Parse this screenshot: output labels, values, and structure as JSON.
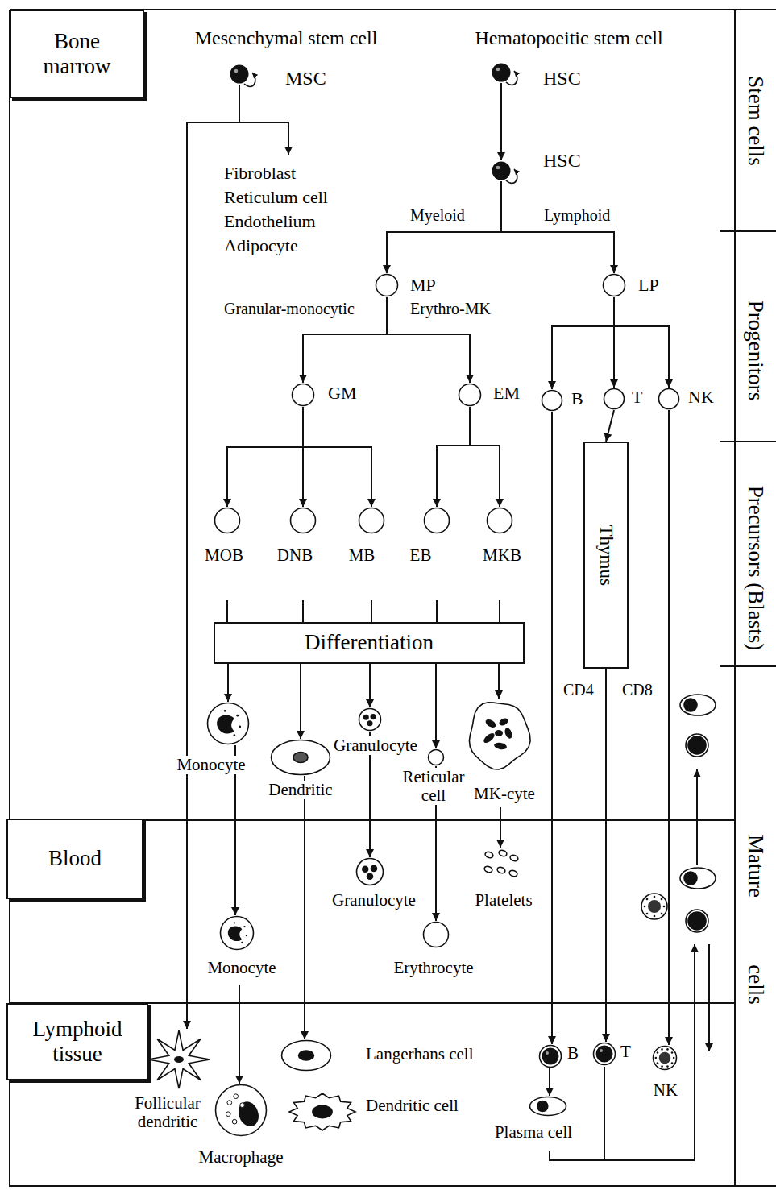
{
  "diagram": {
    "nodes": [
      {
        "text": [
          "Bone marrow"
        ]
      },
      {
        "text": [
          "MSC"
        ]
      },
      {
        "text": [
          "HSC"
        ]
      },
      {
        "text": [
          "HSC"
        ]
      },
      {
        "text": [
          "MP"
        ]
      },
      {
        "text": [
          "LP"
        ]
      },
      {
        "text": [
          "GM"
        ]
      },
      {
        "text": [
          "EM"
        ]
      },
      {
        "text": [
          "B"
        ]
      },
      {
        "text": [
          "T"
        ]
      },
      {
        "text": [
          "NK"
        ]
      },
      {
        "text": [
          "MOB"
        ]
      },
      {
        "text": [
          "DNB"
        ]
      },
      {
        "text": [
          "MB"
        ]
      },
      {
        "text": [
          "EB"
        ]
      },
      {
        "text": [
          "MKB"
        ]
      },
      {
        "text": [
          "Thymus"
        ]
      },
      {
        "text": [
          "Differentiation"
        ]
      },
      {
        "text": [
          "Monocyte"
        ]
      },
      {
        "text": [
          "Dendritic"
        ]
      },
      {
        "text": [
          "Granulocyte"
        ]
      },
      {
        "text": [
          "Reticular cell"
        ]
      },
      {
        "text": [
          "MK-cyte"
        ]
      },
      {
        "text": [
          "Blood"
        ]
      },
      {
        "text": [
          "Granulocyte"
        ]
      },
      {
        "text": [
          "Platelets"
        ]
      },
      {
        "text": [
          "Monocyte"
        ]
      },
      {
        "text": [
          "Erythrocyte"
        ]
      },
      {
        "text": [
          "Lymphoid tissue"
        ]
      },
      {
        "text": [
          "Follicular dendritic"
        ]
      },
      {
        "text": [
          "Macrophage"
        ]
      },
      {
        "text": [
          "Langerhans cell"
        ]
      },
      {
        "text": [
          "Dendritic cell"
        ]
      },
      {
        "text": [
          "B"
        ]
      },
      {
        "text": [
          "T"
        ]
      },
      {
        "text": [
          "NK"
        ]
      },
      {
        "text": [
          "Plasma cell"
        ]
      }
    ],
    "edges": [
      {
        "from": 1,
        "to": 29,
        "arrow": "to"
      },
      {
        "from": 2,
        "to": 3,
        "arrow": "to"
      },
      {
        "from": 3,
        "to": 4,
        "arrow": "to"
      },
      {
        "from": 3,
        "to": 5,
        "arrow": "to"
      },
      {
        "from": 4,
        "to": 6,
        "arrow": "to"
      },
      {
        "from": 4,
        "to": 7,
        "arrow": "to"
      },
      {
        "from": 5,
        "to": 8,
        "arrow": "to"
      },
      {
        "from": 5,
        "to": 9,
        "arrow": "to"
      },
      {
        "from": 5,
        "to": 10,
        "arrow": "to"
      },
      {
        "from": 6,
        "to": 11,
        "arrow": "to"
      },
      {
        "from": 6,
        "to": 12,
        "arrow": "to"
      },
      {
        "from": 6,
        "to": 13,
        "arrow": "to"
      },
      {
        "from": 7,
        "to": 14,
        "arrow": "to"
      },
      {
        "from": 7,
        "to": 15,
        "arrow": "to"
      },
      {
        "from": 9,
        "to": 16,
        "arrow": "to"
      },
      {
        "from": 11,
        "to": 17,
        "arrow": "none"
      },
      {
        "from": 12,
        "to": 17,
        "arrow": "none"
      },
      {
        "from": 13,
        "to": 17,
        "arrow": "none"
      },
      {
        "from": 14,
        "to": 17,
        "arrow": "none"
      },
      {
        "from": 15,
        "to": 17,
        "arrow": "none"
      },
      {
        "from": 17,
        "to": 18,
        "arrow": "to"
      },
      {
        "from": 17,
        "to": 19,
        "arrow": "to"
      },
      {
        "from": 17,
        "to": 20,
        "arrow": "to"
      },
      {
        "from": 17,
        "to": 21,
        "arrow": "to"
      },
      {
        "from": 17,
        "to": 22,
        "arrow": "to"
      },
      {
        "from": 18,
        "to": 26,
        "arrow": "to"
      },
      {
        "from": 19,
        "to": 31,
        "arrow": "to"
      },
      {
        "from": 20,
        "to": 24,
        "arrow": "to"
      },
      {
        "from": 21,
        "to": 27,
        "arrow": "to"
      },
      {
        "from": 22,
        "to": 25,
        "arrow": "to"
      },
      {
        "from": 26,
        "to": 30,
        "arrow": "to"
      },
      {
        "from": 8,
        "to": 33,
        "arrow": "to"
      },
      {
        "from": 16,
        "to": 34,
        "arrow": "to"
      },
      {
        "from": 10,
        "to": 35,
        "arrow": "to"
      },
      {
        "from": 33,
        "to": 36,
        "arrow": "to"
      }
    ],
    "labels": [
      "Mesenchymal stem cell",
      "Hematopoeitic stem cell",
      "Fibroblast",
      "Reticulum cell",
      "Endothelium",
      "Adipocyte",
      "Myeloid",
      "Lymphoid",
      "Granular-monocytic",
      "Erythro-MK",
      "CD4",
      "CD8",
      "Stem cells",
      "Progenitors",
      "Precursors (Blasts)",
      "Mature",
      "cells"
    ]
  }
}
